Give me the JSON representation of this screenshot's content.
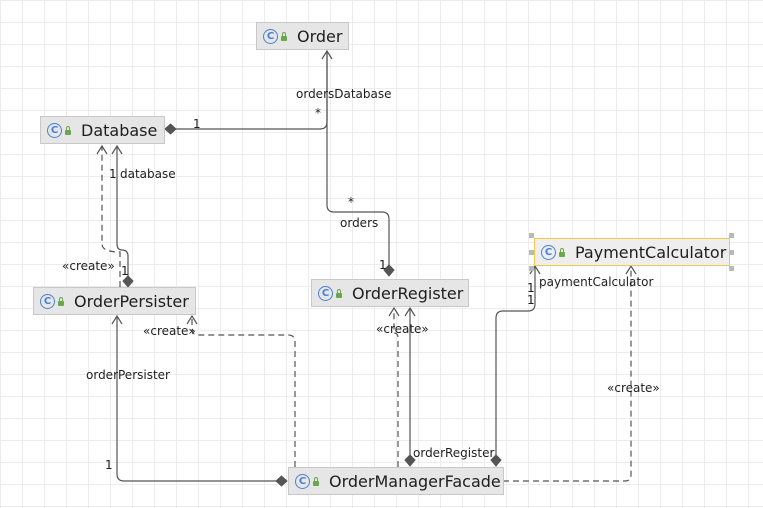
{
  "classes": {
    "order": "Order",
    "database": "Database",
    "order_persister": "OrderPersister",
    "order_register": "OrderRegister",
    "payment_calculator": "PaymentCalculator",
    "order_manager_facade": "OrderManagerFacade"
  },
  "icons": {
    "class_icon_letter": "C"
  },
  "edge_labels": {
    "orders_database": "ordersDatabase",
    "orders_database_mult_db": "1",
    "orders_database_mult_order": "*",
    "database_role": "database",
    "database_mult": "1",
    "persister_create": "«create»",
    "persister_database_mult": "1",
    "orders_role": "orders",
    "orders_mult": "*",
    "orders_register_mult": "1",
    "payment_calculator_role": "paymentCalculator",
    "payment_mult_a": "1",
    "payment_mult_b": "1",
    "facade_persister_create": "«create»",
    "order_persister_role": "orderPersister",
    "order_persister_mult": "1",
    "register_create": "«create»",
    "order_register_role": "orderRegister",
    "payment_create": "«create»"
  },
  "colors": {
    "line": "#555555",
    "class_icon": "#4a7fd6",
    "visibility_icon": "#6aa84f",
    "selection_border": "#f2c94c",
    "node_fill": "#e6e6e6"
  }
}
